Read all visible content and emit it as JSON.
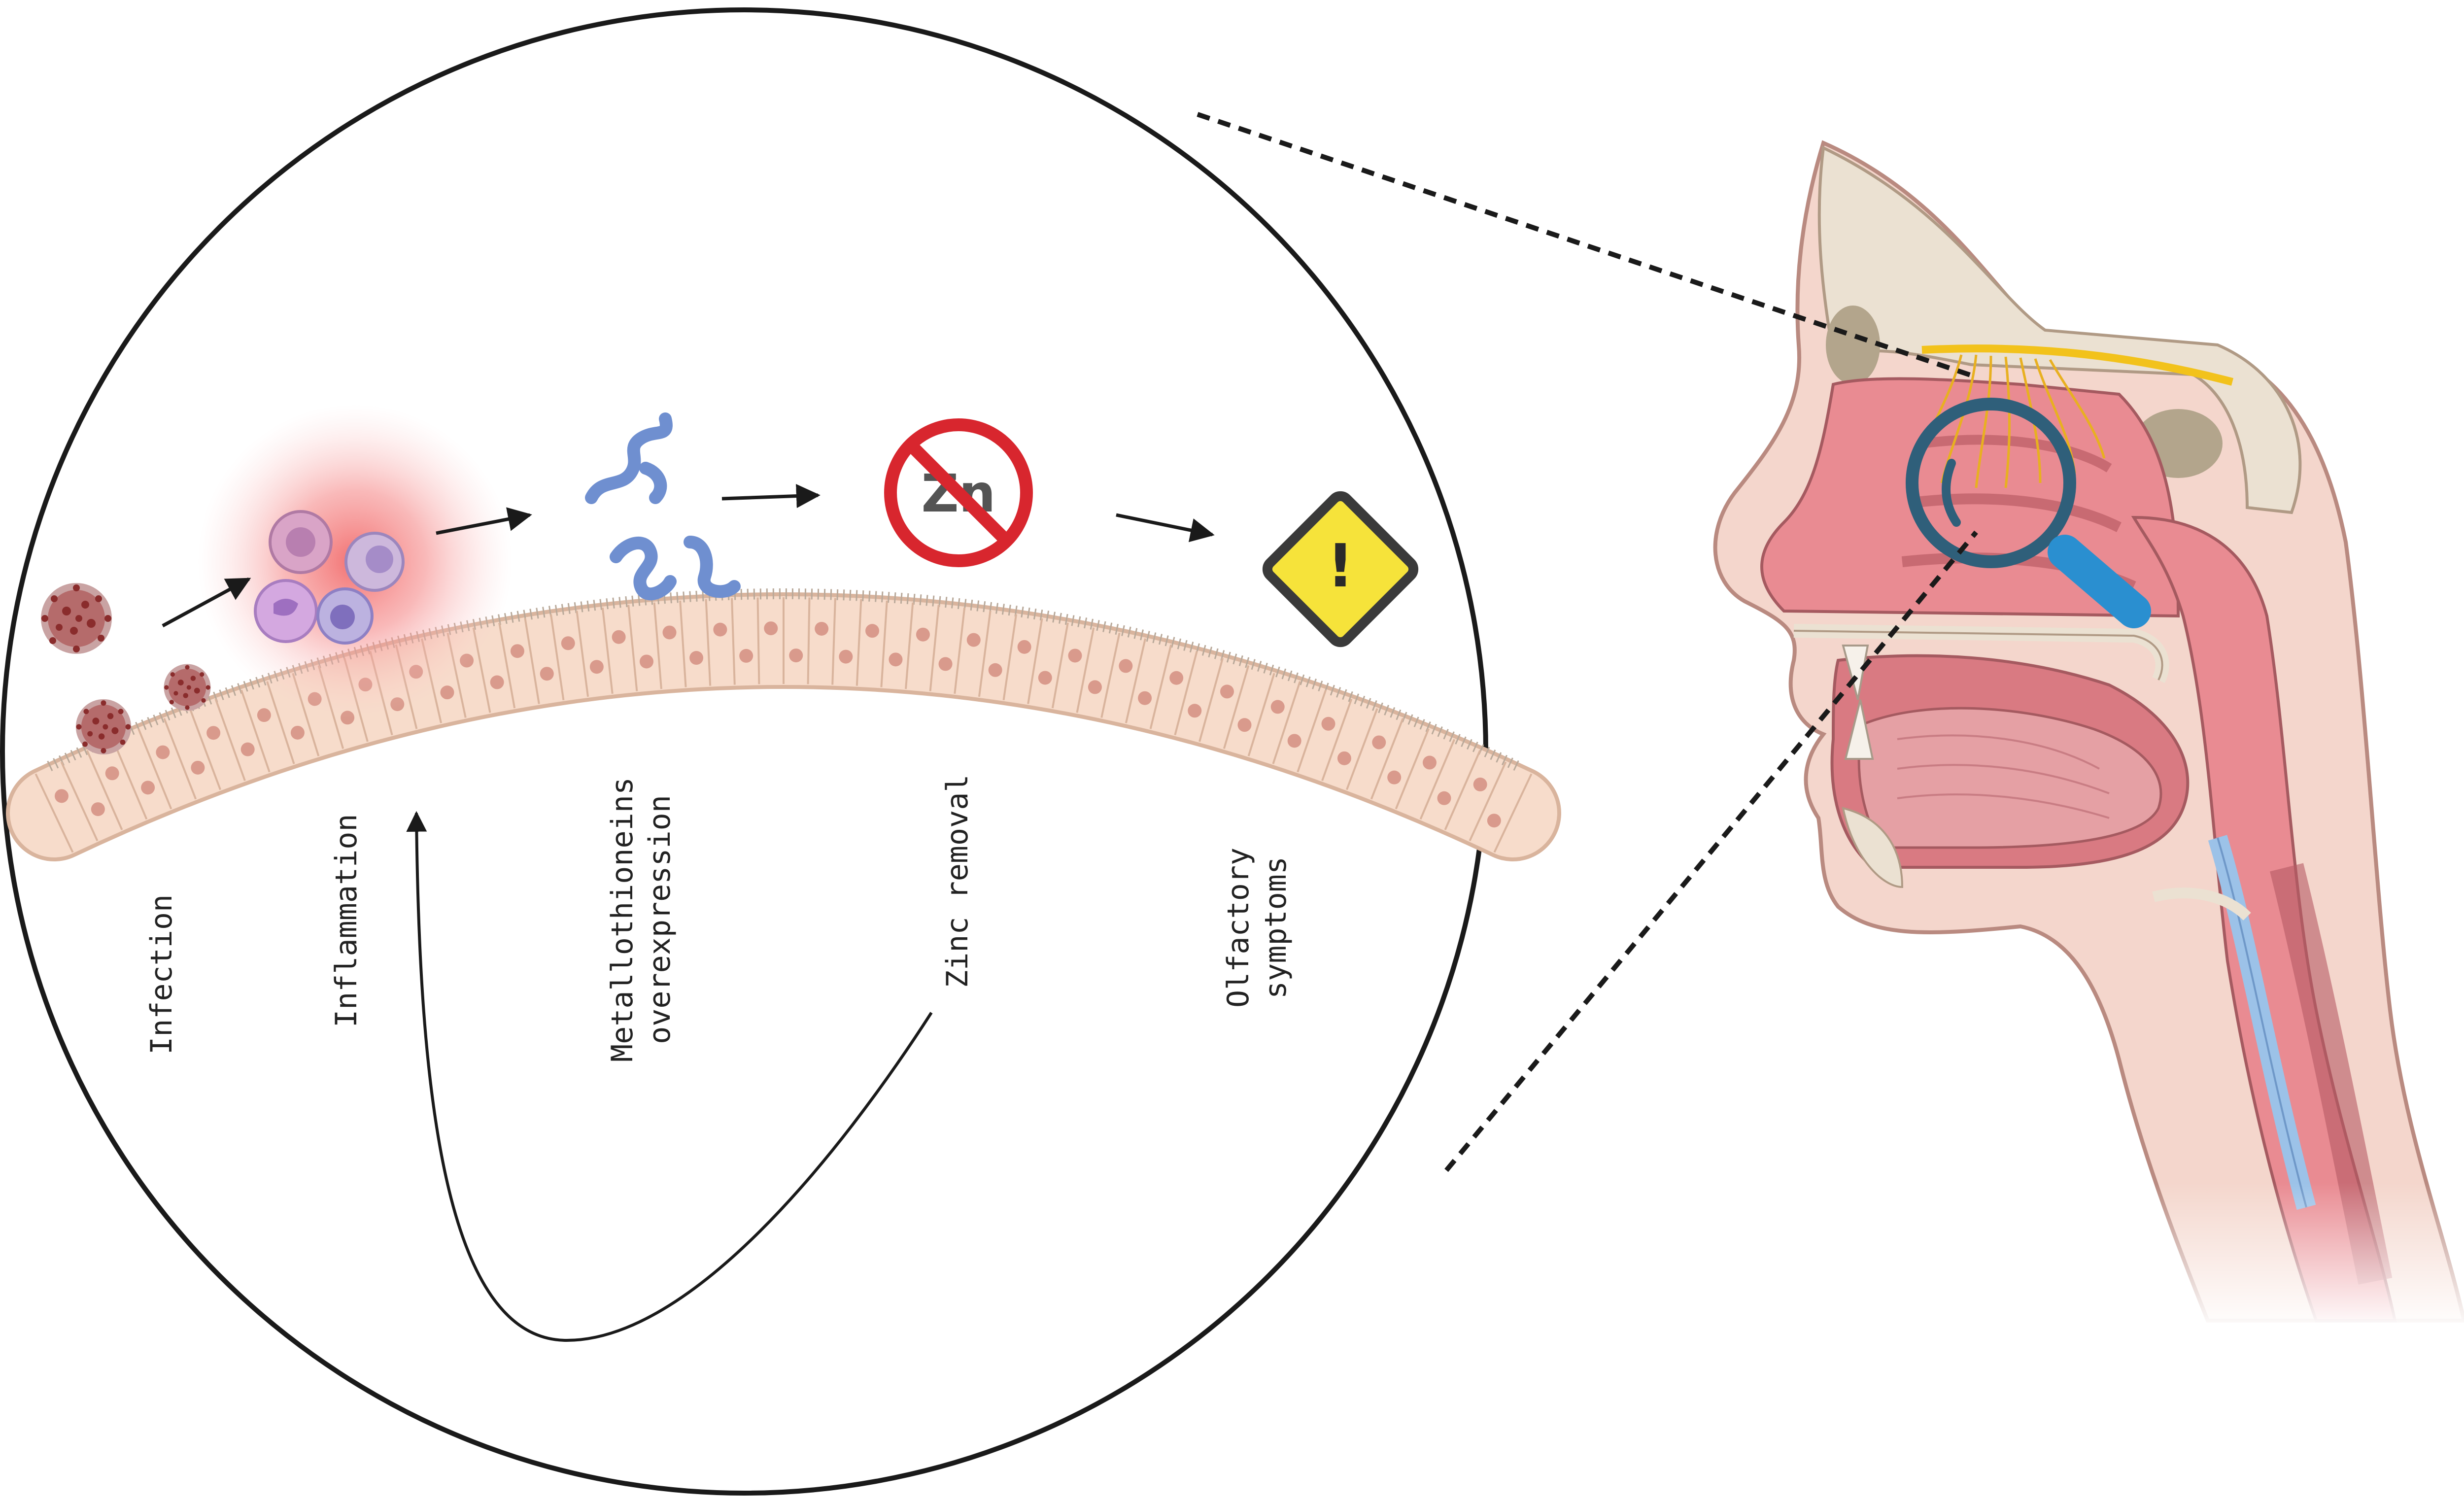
{
  "steps": [
    {
      "label": "Infection"
    },
    {
      "label": "Inflammation"
    },
    {
      "label_lines": [
        "Metallothioneins",
        "overexpression"
      ]
    },
    {
      "label": "Zinc removal"
    },
    {
      "label_lines": [
        "Olfactory",
        "symptoms"
      ]
    }
  ],
  "zinc_symbol": "Zn",
  "warning_glyph": "!",
  "colors": {
    "outline": "#1a1a1a",
    "epithelium_fill": "#f7dccb",
    "epithelium_stroke": "#d9b49d",
    "nucleus": "#d99a8c",
    "inflammation_glow": "#f26a6a",
    "metallothionein": "#6f8fd0",
    "prohibition_red": "#d8262e",
    "warning_yellow": "#f6e33a",
    "tissue_pink": "#e8878e",
    "bone": "#ebe1d2",
    "nerve_yellow": "#f2c21b",
    "magnifier_ring": "#2f5f7a",
    "magnifier_handle": "#2a8fd0"
  },
  "icons": [
    "virus-icon",
    "immune-cells-icon",
    "metallothionein-protein-icon",
    "no-zinc-icon",
    "warning-icon",
    "magnifier-icon"
  ]
}
